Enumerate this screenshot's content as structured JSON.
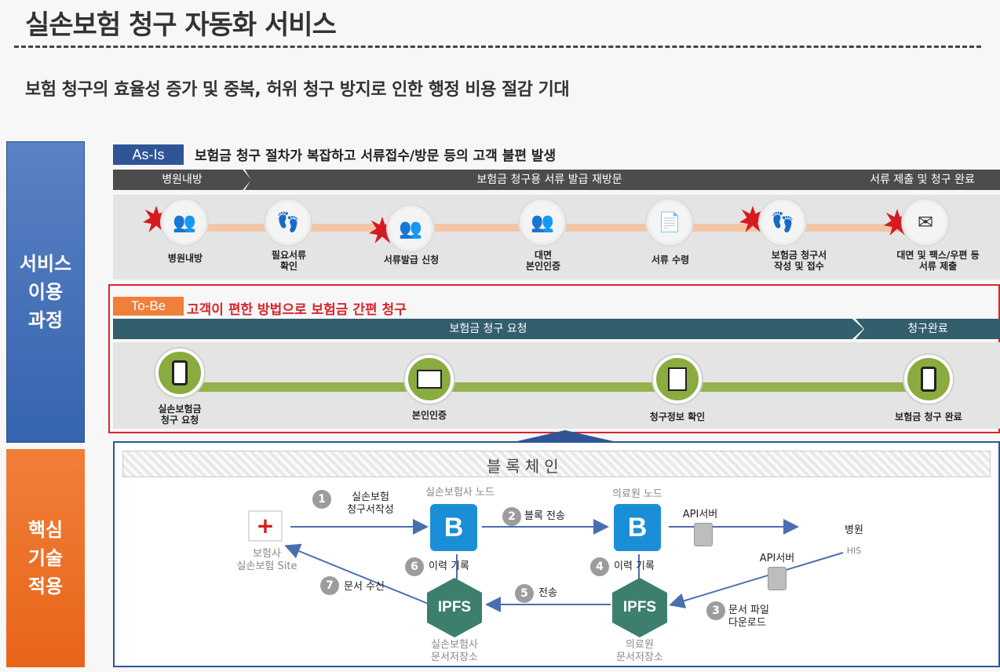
{
  "title": "실손보험 청구 자동화 서비스",
  "subtitle": "보험 청구의 효율성 증가 및 중복, 허위 청구 방지로 인한 행정 비용 절감 기대",
  "left": {
    "service": [
      "서비스",
      "이용",
      "과정"
    ],
    "tech": [
      "핵심",
      "기술",
      "적용"
    ]
  },
  "asis": {
    "tag": "As-Is",
    "heading": "보험금 청구 절차가 복잡하고 서류접수/방문 등의 고객 불편 발생",
    "bars": [
      "병원내방",
      "보험금 청구용 서류 발급 재방문",
      "서류 제출 및 청구 완료"
    ],
    "steps": [
      {
        "label1": "병원내방",
        "label2": "",
        "icon": "person-icon",
        "glyph": "👥"
      },
      {
        "label1": "필요서류",
        "label2": "확인",
        "icon": "footsteps-phone-icon",
        "glyph": "👣"
      },
      {
        "label1": "서류발급 신청",
        "label2": "",
        "icon": "people-icon",
        "glyph": "👥"
      },
      {
        "label1": "대면",
        "label2": "본인인증",
        "icon": "people-icon",
        "glyph": "👥"
      },
      {
        "label1": "서류 수령",
        "label2": "",
        "icon": "document-icon",
        "glyph": "📄"
      },
      {
        "label1": "보험금 청구서",
        "label2": "작성 및 접수",
        "icon": "footsteps-phone-icon",
        "glyph": "👣"
      },
      {
        "label1": "대면 및 팩스/우편 등",
        "label2": "서류 제출",
        "icon": "mail-icon",
        "glyph": "✉"
      }
    ]
  },
  "tobe": {
    "tag": "To-Be",
    "heading": "고객이 편한 방법으로 보험금 간편 청구",
    "bars": [
      "보험금 청구 요청",
      "청구완료"
    ],
    "steps": [
      {
        "label1": "실손보험금",
        "label2": "청구 요청"
      },
      {
        "label1": "본인인증",
        "label2": ""
      },
      {
        "label1": "청구정보 확인",
        "label2": ""
      },
      {
        "label1": "보험금 청구 완료",
        "label2": ""
      }
    ]
  },
  "tech": {
    "blockchain": "블록체인",
    "insurer_site": [
      "보험사",
      "실손보험 Site"
    ],
    "insurer_node": "실손보험사 노드",
    "hospital_node": "의료원 노드",
    "insurer_storage": [
      "실손보험사",
      "문서저장소"
    ],
    "hospital_storage": [
      "의료원",
      "문서저장소"
    ],
    "api_server_1": "API서버",
    "api_server_2": "API서버",
    "hospital": "병원",
    "his": "HIS",
    "node_letter": "B",
    "ipfs": "IPFS",
    "steps": [
      {
        "n": "1",
        "text1": "실손보험",
        "text2": "청구서작성"
      },
      {
        "n": "2",
        "text1": "블록 전송",
        "text2": ""
      },
      {
        "n": "3",
        "text1": "문서 파일",
        "text2": "다운로드"
      },
      {
        "n": "4",
        "text1": "이력 기록",
        "text2": ""
      },
      {
        "n": "5",
        "text1": "전송",
        "text2": ""
      },
      {
        "n": "6",
        "text1": "이력 기록",
        "text2": ""
      },
      {
        "n": "7",
        "text1": "문서 수신",
        "text2": ""
      }
    ]
  },
  "colors": {
    "blue": "#2f5597",
    "orange": "#f07f3a",
    "red": "#d9262c",
    "green": "#8aab3f",
    "teal": "#335f6c"
  }
}
